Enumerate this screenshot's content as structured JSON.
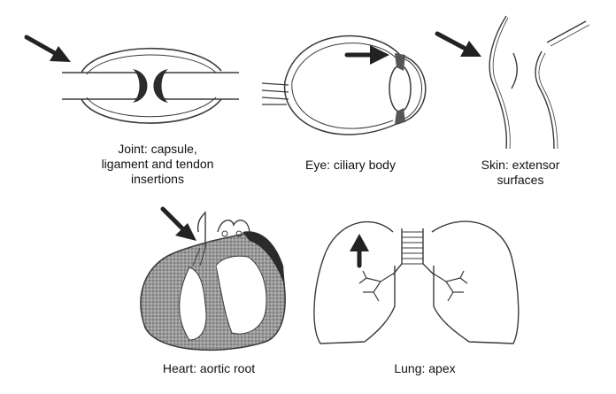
{
  "panels": [
    {
      "id": "joint",
      "caption_lines": [
        "Joint: capsule,",
        "ligament and tendon",
        "insertions"
      ]
    },
    {
      "id": "eye",
      "caption_lines": [
        "Eye: ciliary body"
      ]
    },
    {
      "id": "skin",
      "caption_lines": [
        "Skin: extensor",
        "surfaces"
      ]
    },
    {
      "id": "heart",
      "caption_lines": [
        "Heart: aortic root"
      ]
    },
    {
      "id": "lung",
      "caption_lines": [
        "Lung: apex"
      ]
    }
  ],
  "colors": {
    "line": "#3a3a3a",
    "arrow": "#222222",
    "stipple": "#8a8a8a",
    "dark_fill": "#2b2b2b",
    "background": "#ffffff"
  }
}
